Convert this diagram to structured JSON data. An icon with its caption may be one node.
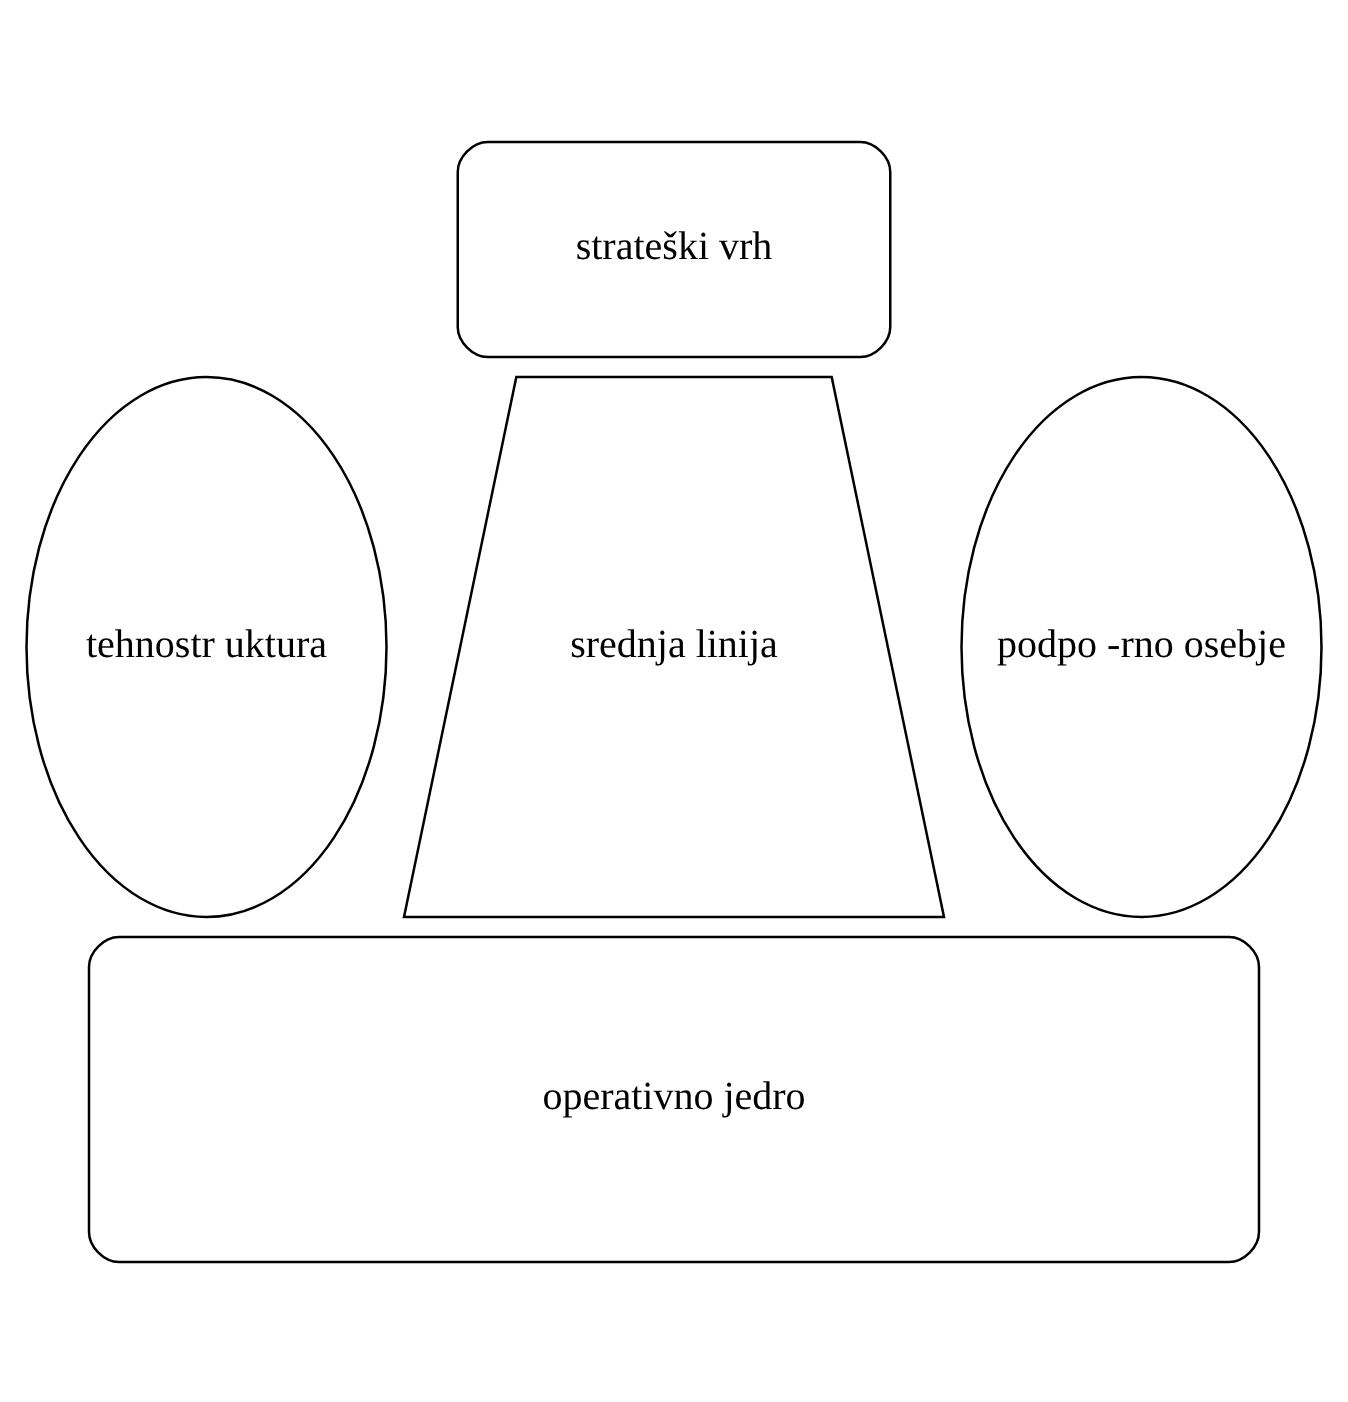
{
  "diagram": {
    "nodes": [
      {
        "text": [
          "strateški vrh"
        ]
      },
      {
        "text": [
          "tehnostr uktura"
        ]
      },
      {
        "text": [
          "podpo -rno osebje"
        ]
      },
      {
        "text": [
          "srednja linija"
        ]
      },
      {
        "text": [
          "operativno jedro"
        ]
      }
    ]
  }
}
